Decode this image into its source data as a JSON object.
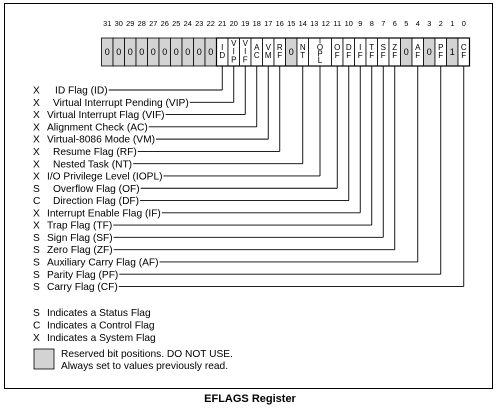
{
  "bit_numbers": [
    "31",
    "30",
    "29",
    "28",
    "27",
    "26",
    "25",
    "24",
    "23",
    "22",
    "21",
    "20",
    "19",
    "18",
    "17",
    "16",
    "15",
    "14",
    "13",
    "12",
    "11",
    "10",
    "9",
    "8",
    "7",
    "6",
    "5",
    "4",
    "3",
    "2",
    "1",
    "0"
  ],
  "register_cells": [
    {
      "text": "0",
      "reserved": true
    },
    {
      "text": "0",
      "reserved": true
    },
    {
      "text": "0",
      "reserved": true
    },
    {
      "text": "0",
      "reserved": true
    },
    {
      "text": "0",
      "reserved": true
    },
    {
      "text": "0",
      "reserved": true
    },
    {
      "text": "0",
      "reserved": true
    },
    {
      "text": "0",
      "reserved": true
    },
    {
      "text": "0",
      "reserved": true
    },
    {
      "text": "0",
      "reserved": true
    },
    {
      "text": "ID",
      "reserved": false
    },
    {
      "text": "VIP",
      "reserved": false
    },
    {
      "text": "VIF",
      "reserved": false
    },
    {
      "text": "AC",
      "reserved": false
    },
    {
      "text": "VM",
      "reserved": false
    },
    {
      "text": "RF",
      "reserved": false
    },
    {
      "text": "0",
      "reserved": true
    },
    {
      "text": "NT",
      "reserved": false
    },
    {
      "text": "IOPL",
      "reserved": false,
      "span": 2
    },
    {
      "text": "OF",
      "reserved": false
    },
    {
      "text": "DF",
      "reserved": false
    },
    {
      "text": "IF",
      "reserved": false
    },
    {
      "text": "TF",
      "reserved": false
    },
    {
      "text": "SF",
      "reserved": false
    },
    {
      "text": "ZF",
      "reserved": false
    },
    {
      "text": "0",
      "reserved": true
    },
    {
      "text": "AF",
      "reserved": false
    },
    {
      "text": "0",
      "reserved": true
    },
    {
      "text": "PF",
      "reserved": false
    },
    {
      "text": "1",
      "reserved": true
    },
    {
      "text": "CF",
      "reserved": false
    }
  ],
  "flags": [
    {
      "type": "X",
      "name": "ID Flag (ID)",
      "bit": 21
    },
    {
      "type": "X",
      "name": "Virtual Interrupt Pending (VIP)",
      "bit": 20
    },
    {
      "type": "X",
      "name": "Virtual Interrupt Flag (VIF)",
      "bit": 19
    },
    {
      "type": "X",
      "name": "Alignment Check (AC)",
      "bit": 18
    },
    {
      "type": "X",
      "name": "Virtual-8086 Mode (VM)",
      "bit": 17
    },
    {
      "type": "X",
      "name": "Resume Flag (RF)",
      "bit": 16
    },
    {
      "type": "X",
      "name": "Nested Task (NT)",
      "bit": 14
    },
    {
      "type": "X",
      "name": "I/O Privilege Level (IOPL)",
      "bit": 12.5
    },
    {
      "type": "S",
      "name": "Overflow Flag (OF)",
      "bit": 11
    },
    {
      "type": "C",
      "name": "Direction Flag (DF)",
      "bit": 10
    },
    {
      "type": "X",
      "name": "Interrupt Enable Flag (IF)",
      "bit": 9
    },
    {
      "type": "X",
      "name": "Trap Flag (TF)",
      "bit": 8
    },
    {
      "type": "S",
      "name": "Sign Flag (SF)",
      "bit": 7
    },
    {
      "type": "S",
      "name": "Zero Flag (ZF)",
      "bit": 6
    },
    {
      "type": "S",
      "name": "Auxiliary Carry Flag (AF)",
      "bit": 4
    },
    {
      "type": "S",
      "name": "Parity Flag (PF)",
      "bit": 2
    },
    {
      "type": "S",
      "name": "Carry Flag (CF)",
      "bit": 0
    }
  ],
  "legend": [
    {
      "key": "S",
      "text": "Indicates a Status Flag"
    },
    {
      "key": "C",
      "text": "Indicates a Control Flag"
    },
    {
      "key": "X",
      "text": "Indicates a System Flag"
    }
  ],
  "reserved_note": [
    "Reserved bit positions. DO NOT USE.",
    "Always set to values previously read."
  ],
  "caption": "EFLAGS Register",
  "colors": {
    "reserved_fill": "#d3d3d3",
    "line": "#000000",
    "background": "#ffffff"
  }
}
